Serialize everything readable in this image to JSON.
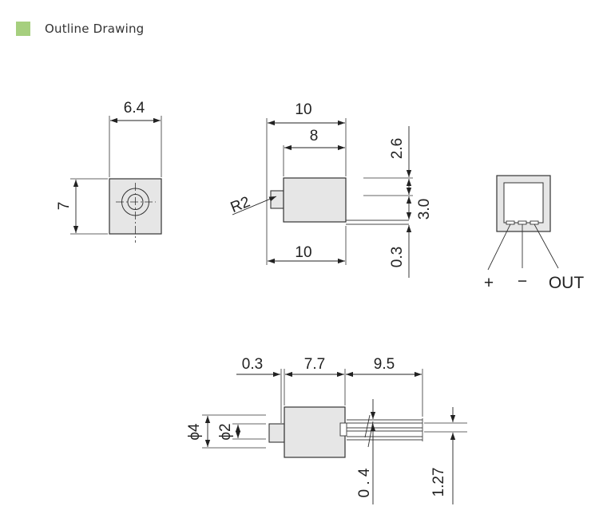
{
  "header": {
    "title": "Outline Drawing",
    "accent_color": "#a6cf7e"
  },
  "views": {
    "front": {
      "width": "6.4",
      "height": "7"
    },
    "side": {
      "length_top": "10",
      "body_length": "8",
      "radius": "R2",
      "length_bottom": "10",
      "dim_2_6": "2.6",
      "dim_3_0": "3.0",
      "dim_0_3": "0.3"
    },
    "end": {
      "pin_plus": "+",
      "pin_minus": "−",
      "pin_out": "OUT"
    },
    "bottom": {
      "flange": "0.3",
      "body": "7.7",
      "pins": "9.5",
      "phi4": "ϕ4",
      "phi2": "ϕ2",
      "pin_width": "0 . 4",
      "pitch": "1.27"
    }
  }
}
